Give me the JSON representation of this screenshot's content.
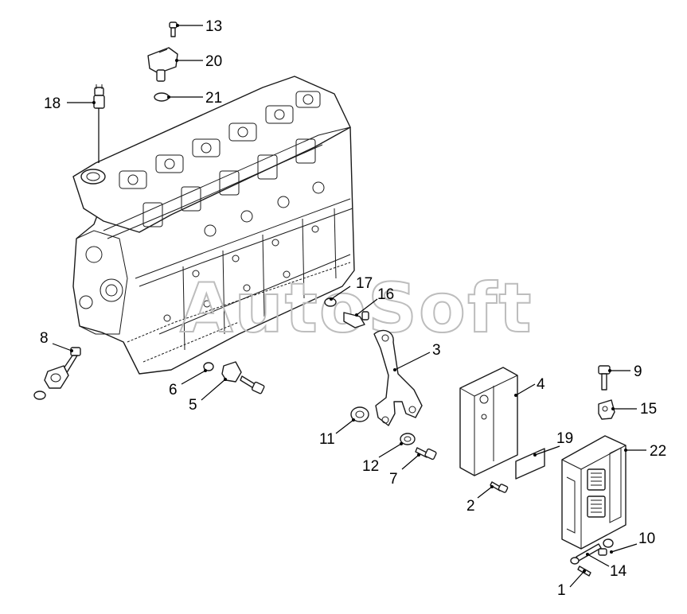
{
  "watermark": "AutoSoft",
  "callouts": {
    "c1": "1",
    "c2": "2",
    "c3": "3",
    "c4": "4",
    "c5": "5",
    "c6": "6",
    "c7": "7",
    "c8": "8",
    "c9": "9",
    "c10": "10",
    "c11": "11",
    "c12": "12",
    "c13": "13",
    "c14": "14",
    "c15": "15",
    "c16": "16",
    "c17": "17",
    "c18": "18",
    "c19": "19",
    "c20": "20",
    "c21": "21",
    "c22": "22"
  },
  "colors": {
    "line": "#1a1a1a",
    "background": "#ffffff",
    "watermark": "#bdbdbd"
  }
}
